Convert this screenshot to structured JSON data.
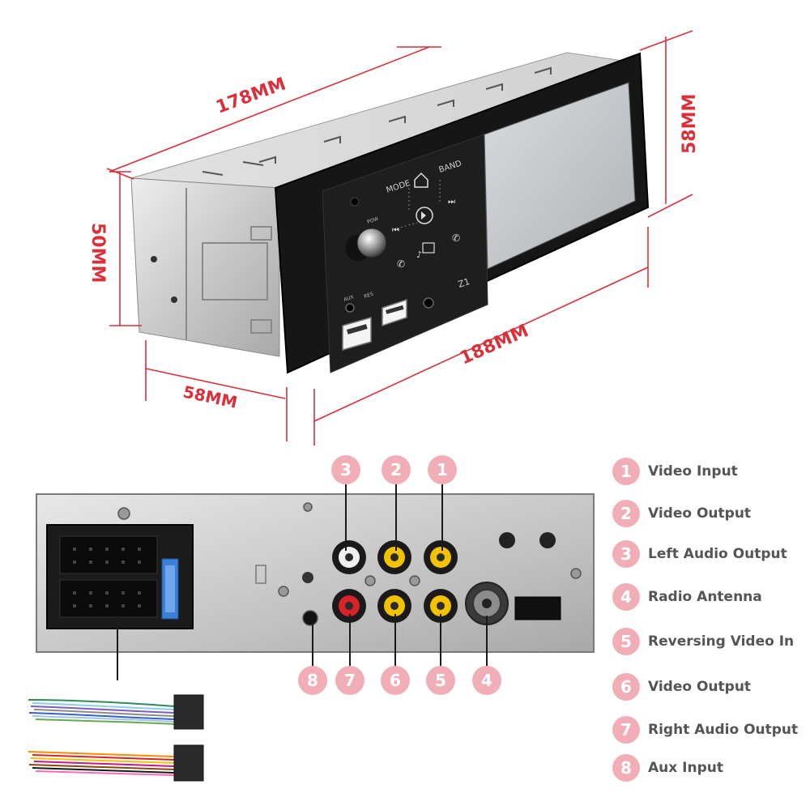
{
  "dimensions": {
    "width_top": "178MM",
    "height_front": "58MM",
    "height_side": "50MM",
    "depth_bottom": "58MM",
    "width_front": "188MM"
  },
  "panel": {
    "mode": "MODE",
    "band": "BAND",
    "pow": "POW",
    "aux": "AUX",
    "res": "RES",
    "model": "Z1"
  },
  "rear_callouts": [
    "3",
    "2",
    "1",
    "8",
    "7",
    "6",
    "5",
    "4"
  ],
  "legend": [
    {
      "num": "1",
      "label": "Video Input"
    },
    {
      "num": "2",
      "label": "Video Output"
    },
    {
      "num": "3",
      "label": "Left Audio Output"
    },
    {
      "num": "4",
      "label": "Radio Antenna"
    },
    {
      "num": "5",
      "label": "Reversing Video In"
    },
    {
      "num": "6",
      "label": "Video Output"
    },
    {
      "num": "7",
      "label": "Right Audio Output"
    },
    {
      "num": "8",
      "label": "Aux Input"
    }
  ],
  "colors": {
    "dimension_line": "#d9303a",
    "callout_fill": "#f1aeb6",
    "label_text": "#555555",
    "rca_yellow": "#f2c200",
    "rca_red": "#d8222a",
    "rca_white": "#f0f0f0"
  }
}
